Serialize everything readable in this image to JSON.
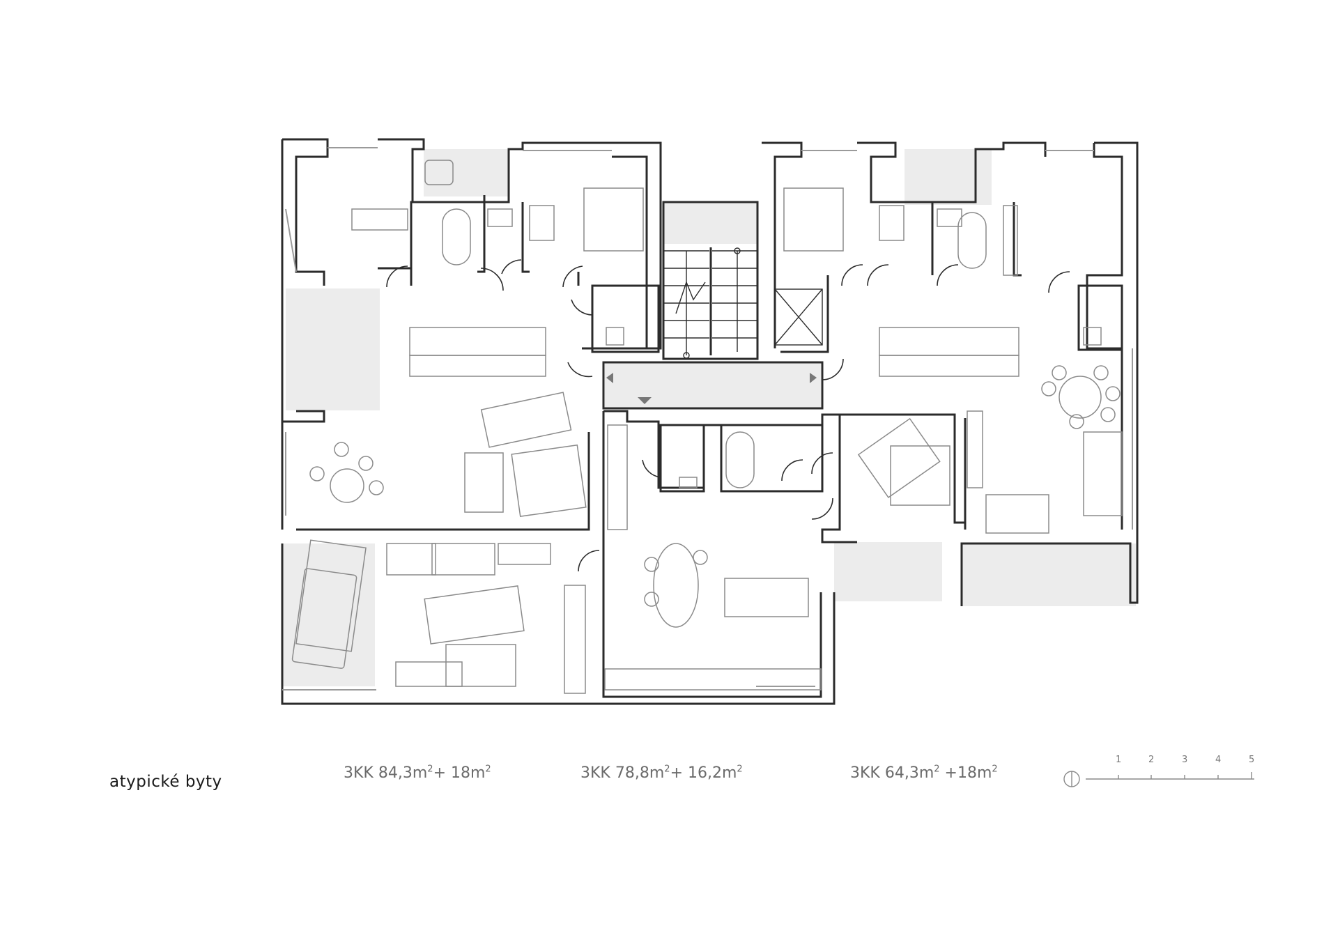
{
  "title": "atypické byty",
  "apartments": [
    {
      "type": "3KK",
      "area": "84,3m",
      "sup1": "2",
      "plus": "+ 18m",
      "sup2": "2"
    },
    {
      "type": "3KK",
      "area": "78,8m",
      "sup1": "2",
      "plus": "+ 16,2m",
      "sup2": "2"
    },
    {
      "type": "3KK",
      "area": "64,3m",
      "sup1": "2",
      "plus": " +18m",
      "sup2": "2"
    }
  ],
  "scale_bar": {
    "ticks": [
      "1",
      "2",
      "3",
      "4",
      "5"
    ]
  },
  "icons": {
    "north": "north-arrow-icon"
  },
  "colors": {
    "wall": "#2b2b2b",
    "hatch": "#ececec",
    "furniture": "#8a8a8a"
  }
}
